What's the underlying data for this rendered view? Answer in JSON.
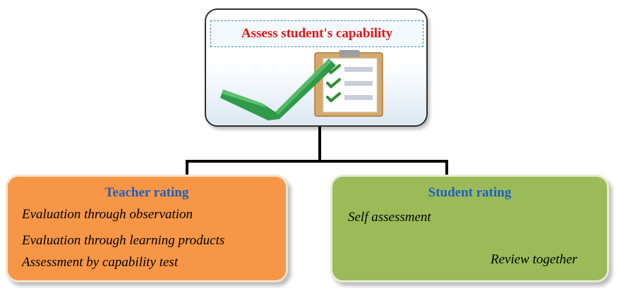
{
  "diagram": {
    "root": {
      "title": "Assess student's capability",
      "illustration": "checklist-with-green-checkmark"
    },
    "children": [
      {
        "title": "Teacher rating",
        "items": [
          "Evaluation through observation",
          "Evaluation through learning products",
          "Assessment by capability test"
        ],
        "color": "#f79646"
      },
      {
        "title": "Student rating",
        "items": [
          "Self assessment",
          "Review together"
        ],
        "color": "#9bbb59"
      }
    ],
    "colors": {
      "root_title": "#e51616",
      "child_title": "#1f5fbf",
      "connector": "#000000"
    }
  }
}
